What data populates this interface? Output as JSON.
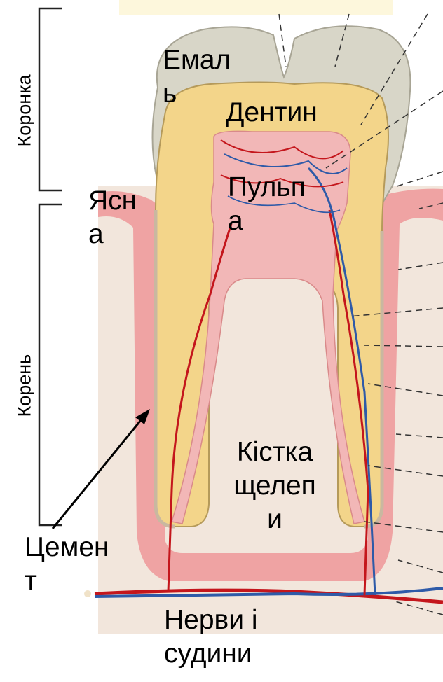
{
  "diagram": {
    "labels": {
      "crown": "Коронка",
      "root": "Корень",
      "enamel_line1": "Емал",
      "enamel_line2": "ь",
      "dentin": "Дентин",
      "gum_line1": "Ясн",
      "gum_line2": "а",
      "pulp_line1": "Пульп",
      "pulp_line2": "а",
      "bone_line1": "Кістка",
      "bone_line2": "щелеп",
      "bone_line3": "и",
      "cement_line1": "Цемен",
      "cement_line2": "т",
      "nerves_line1": "Нерви і",
      "nerves_line2": "судини"
    },
    "colors": {
      "enamel": "#d8d6c8",
      "dentin": "#f3d58a",
      "pulp": "#f2b7b7",
      "gum": "#ee9c9c",
      "bone": "#f2e6dc",
      "artery": "#c4161c",
      "vein": "#2e5aa8"
    }
  }
}
